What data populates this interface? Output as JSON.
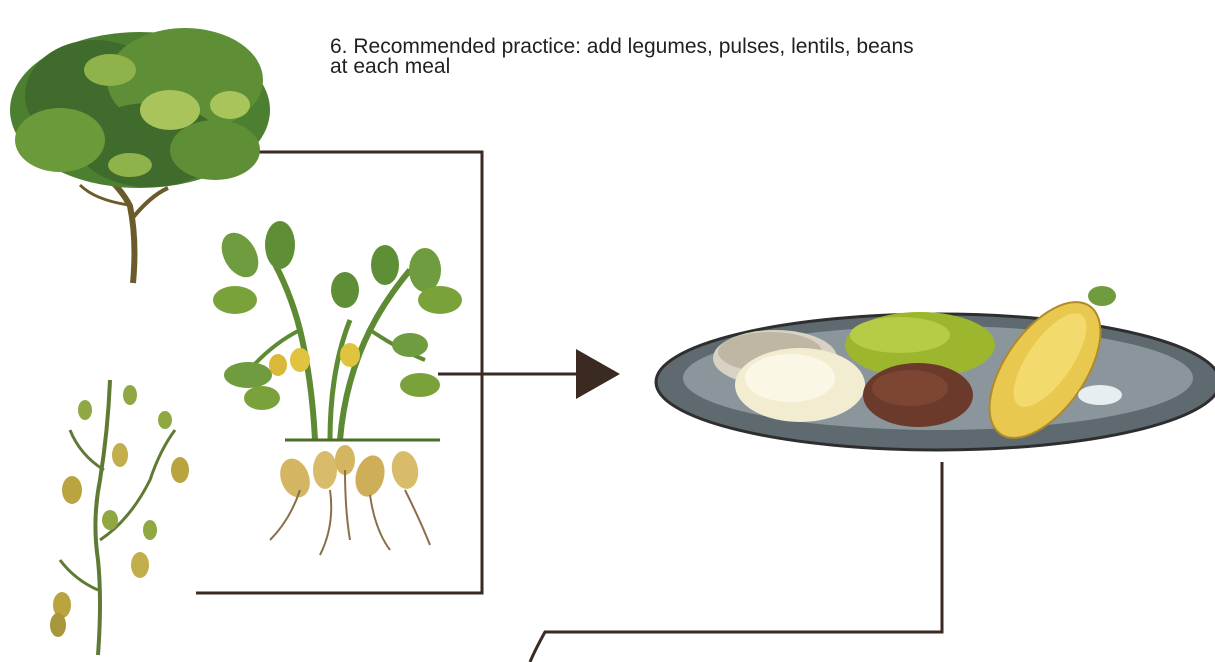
{
  "caption": {
    "line1": "6. Recommended practice: add legumes, pulses, lentils, beans",
    "line2": "at each meal"
  },
  "illustrations": {
    "tree": "legume-tree-illustration",
    "peanut": "peanut-plant-illustration",
    "chickpea": "chickpea-plant-illustration",
    "plate": "meal-plate-illustration"
  },
  "colors": {
    "line": "#3a2a22",
    "text": "#231f20",
    "leaf_dark": "#3f6b2c",
    "leaf": "#7aa23a",
    "leaf_light": "#a9c45a",
    "plate": "#6f7a80",
    "corn": "#e8c84e",
    "beans": "#6b3a2a",
    "peas": "#9cb62e",
    "mash": "#f2ecd0"
  }
}
